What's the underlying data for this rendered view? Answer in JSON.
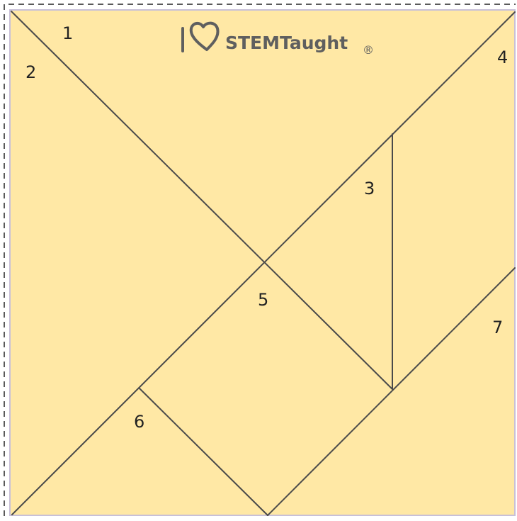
{
  "logo": {
    "text": "STEMTaught",
    "registered_mark": "®",
    "icon": "i-heart-icon",
    "color": "#5f5f5f"
  },
  "colors": {
    "puzzle_fill": "#FFE8A5",
    "line": "#4a4a4a",
    "border": "#c8c0d8",
    "cut_line": "#5a5a5a",
    "label": "#222222"
  },
  "pieces": [
    {
      "number": "1",
      "shape": "large triangle"
    },
    {
      "number": "2",
      "shape": "large triangle"
    },
    {
      "number": "3",
      "shape": "small triangle"
    },
    {
      "number": "4",
      "shape": "parallelogram"
    },
    {
      "number": "5",
      "shape": "square"
    },
    {
      "number": "6",
      "shape": "small triangle"
    },
    {
      "number": "7",
      "shape": "medium triangle"
    }
  ]
}
